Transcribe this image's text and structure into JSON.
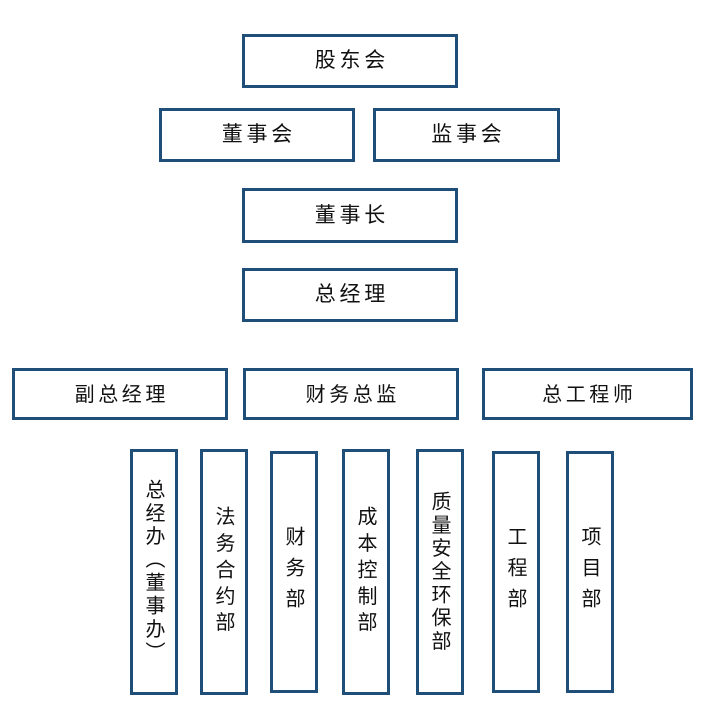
{
  "chart": {
    "type": "org-chart",
    "title": "",
    "border_color": "#1F4E79",
    "fill_color": "#FFFFFF",
    "text_color": "#111111",
    "tiers": [
      {
        "name": "shareholders",
        "nodes": [
          {
            "id": "shareholders-meeting",
            "label": "股东会",
            "orientation": "horizontal"
          }
        ]
      },
      {
        "name": "boards",
        "nodes": [
          {
            "id": "board-of-directors",
            "label": "董事会",
            "orientation": "horizontal"
          },
          {
            "id": "board-of-supervisors",
            "label": "监事会",
            "orientation": "horizontal"
          }
        ]
      },
      {
        "name": "chairman",
        "nodes": [
          {
            "id": "chairman",
            "label": "董事长",
            "orientation": "horizontal"
          }
        ]
      },
      {
        "name": "general-manager",
        "nodes": [
          {
            "id": "general-manager",
            "label": "总经理",
            "orientation": "horizontal"
          }
        ]
      },
      {
        "name": "executives",
        "nodes": [
          {
            "id": "deputy-general-manager",
            "label": "副总经理",
            "orientation": "horizontal"
          },
          {
            "id": "cfo",
            "label": "财务总监",
            "orientation": "horizontal"
          },
          {
            "id": "chief-engineer",
            "label": "总工程师",
            "orientation": "horizontal"
          }
        ]
      },
      {
        "name": "departments",
        "nodes": [
          {
            "id": "general-manager-office",
            "label": "总经办（董事办）",
            "orientation": "vertical"
          },
          {
            "id": "legal-contract-department",
            "label": "法务合约部",
            "orientation": "vertical"
          },
          {
            "id": "finance-department",
            "label": "财务部",
            "orientation": "vertical"
          },
          {
            "id": "cost-control-department",
            "label": "成本控制部",
            "orientation": "vertical"
          },
          {
            "id": "quality-safety-environment-department",
            "label": "质量安全环保部",
            "orientation": "vertical"
          },
          {
            "id": "engineering-department",
            "label": "工程部",
            "orientation": "vertical"
          },
          {
            "id": "project-department",
            "label": "项目部",
            "orientation": "vertical"
          }
        ]
      }
    ]
  }
}
